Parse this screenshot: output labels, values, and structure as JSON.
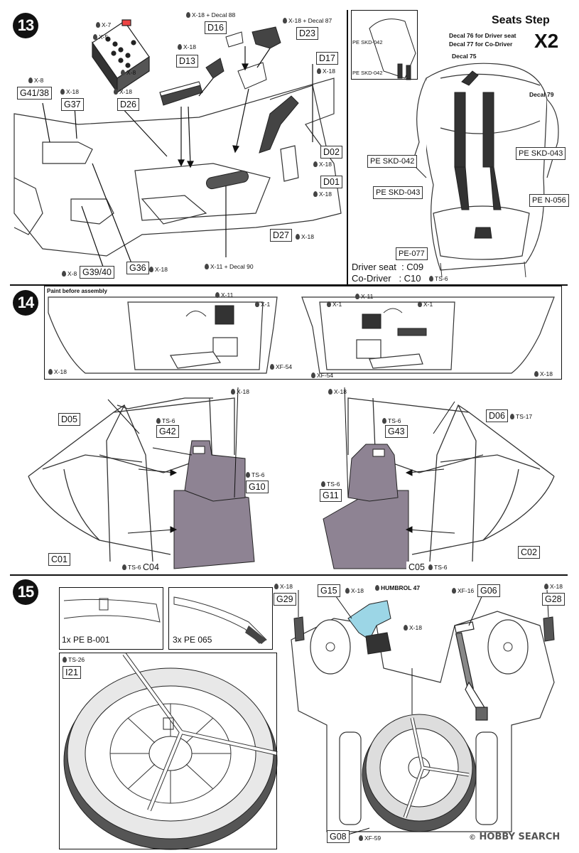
{
  "step13": {
    "number": "13",
    "parts": [
      "D16",
      "D23",
      "D13",
      "D17",
      "D26",
      "G41/38",
      "G37",
      "D02",
      "D01",
      "D27",
      "G36",
      "G39/40"
    ],
    "paints": [
      {
        "id": "x7",
        "text": "X-7"
      },
      {
        "id": "x5",
        "text": "X-5"
      },
      {
        "id": "x8a",
        "text": "X-8"
      },
      {
        "id": "d16p",
        "text": "X-18 + Decal 88"
      },
      {
        "id": "d23p",
        "text": "X-18 + Decal 87"
      },
      {
        "id": "d13p",
        "text": "X-18"
      },
      {
        "id": "d17p",
        "text": "X-18"
      },
      {
        "id": "g41p",
        "text": "X-8"
      },
      {
        "id": "g37p",
        "text": "X-18"
      },
      {
        "id": "d26p",
        "text": "X-18"
      },
      {
        "id": "d01p",
        "text": "X-18"
      },
      {
        "id": "d01p2",
        "text": "X-18"
      },
      {
        "id": "d27p",
        "text": "X-18"
      },
      {
        "id": "decal90",
        "text": "X-11 + Decal 90"
      },
      {
        "id": "g36p",
        "text": "X-18"
      },
      {
        "id": "g39p",
        "text": "X-8"
      }
    ]
  },
  "seats_step": {
    "title": "Seats Step",
    "multiplier": "X2",
    "pe_skd_042_a": "PE SKD-042",
    "pe_skd_042_b": "PE SKD-042",
    "decal76": "Decal 76 for Driver seat",
    "decal77": "Decal 77 for Co-Driver",
    "decal75": "Decal 75",
    "decal79": "Decal 79",
    "pe_skd_042": "PE SKD-042",
    "pe_skd_043a": "PE SKD-043",
    "pe_skd_043b": "PE SKD-043",
    "pe_n_056": "PE N-056",
    "pe_077": "PE-077",
    "driver": "Driver seat  : C09",
    "codriver": "Co-Driver   : C10",
    "ts6": "TS-6"
  },
  "step14": {
    "number": "14",
    "paint_note": "Paint before assembly",
    "left_panel": {
      "x11": "X-11",
      "x1": "X-1",
      "xf54": "XF-54",
      "x18": "X-18"
    },
    "right_panel": {
      "x11": "X-11",
      "x1a": "X-1",
      "x1b": "X-1",
      "xf54": "XF-54",
      "x18": "X-18"
    },
    "left_cage": {
      "d05": "D05",
      "g42": "G42",
      "g10": "G10",
      "c01": "C01",
      "c04": "C04",
      "x18": "X-18",
      "ts6a": "TS-6",
      "ts6b": "TS-6",
      "ts6c": "TS-6"
    },
    "right_cage": {
      "d06": "D06",
      "g43": "G43",
      "g11": "G11",
      "c05": "C05",
      "c02": "C02",
      "x18": "X-18",
      "ts17": "TS-17",
      "ts6a": "TS-6",
      "ts6b": "TS-6",
      "ts6c": "TS-6"
    }
  },
  "step15": {
    "number": "15",
    "pe_b001": "1x PE B-001",
    "pe_065": "3x PE 065",
    "i21": "I21",
    "ts26": "TS-26",
    "g29": "G29",
    "g15": "G15",
    "g06": "G06",
    "g28": "G28",
    "g08": "G08",
    "humbrol": "HUMBROL 47",
    "xf16": "XF-16",
    "x18a": "X-18",
    "x18b": "X-18",
    "x18c": "X-18",
    "x18d": "X-18",
    "xf59": "XF-59"
  },
  "watermark": "HOBBY SEARCH",
  "colors": {
    "seat": "#8e8393",
    "paint_drop": "#444444",
    "line": "#333333"
  }
}
